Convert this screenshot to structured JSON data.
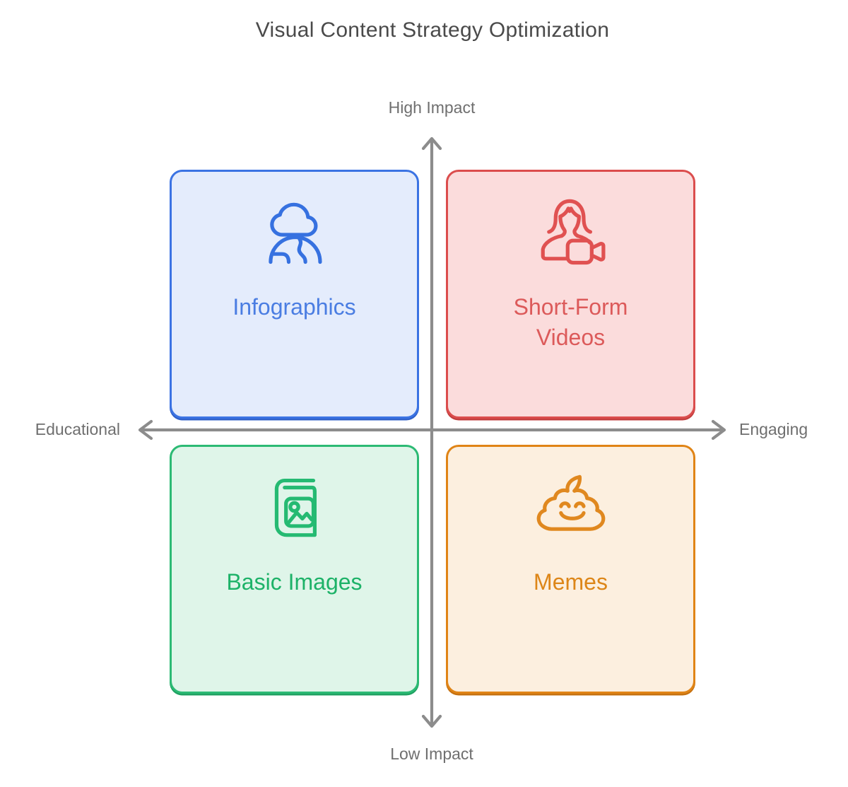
{
  "title": {
    "text": "Visual Content Strategy Optimization",
    "color": "#4a4a4a"
  },
  "axes": {
    "y_top_label": "High Impact",
    "y_bottom_label": "Low Impact",
    "x_left_label": "Educational",
    "x_right_label": "Engaging",
    "line_color": "#8c8c8c",
    "label_color": "#6f6f6f"
  },
  "quadrants": [
    {
      "position": "top-left",
      "label": "Infographics",
      "icon": "cloud-globe-icon",
      "border_color": "#3b73e3",
      "fill_color": "#e4ecfc",
      "text_color": "#4a7de2"
    },
    {
      "position": "top-right",
      "label": "Short-Form Videos",
      "icon": "presenter-camera-icon",
      "border_color": "#db4d4d",
      "fill_color": "#fbdcdc",
      "text_color": "#dc5a5a"
    },
    {
      "position": "bottom-left",
      "label": "Basic Images",
      "icon": "photo-book-icon",
      "border_color": "#2cba74",
      "fill_color": "#dff5e9",
      "text_color": "#1db268"
    },
    {
      "position": "bottom-right",
      "label": "Memes",
      "icon": "smiling-poop-icon",
      "border_color": "#e08416",
      "fill_color": "#fcefdf",
      "text_color": "#dd8618"
    }
  ]
}
